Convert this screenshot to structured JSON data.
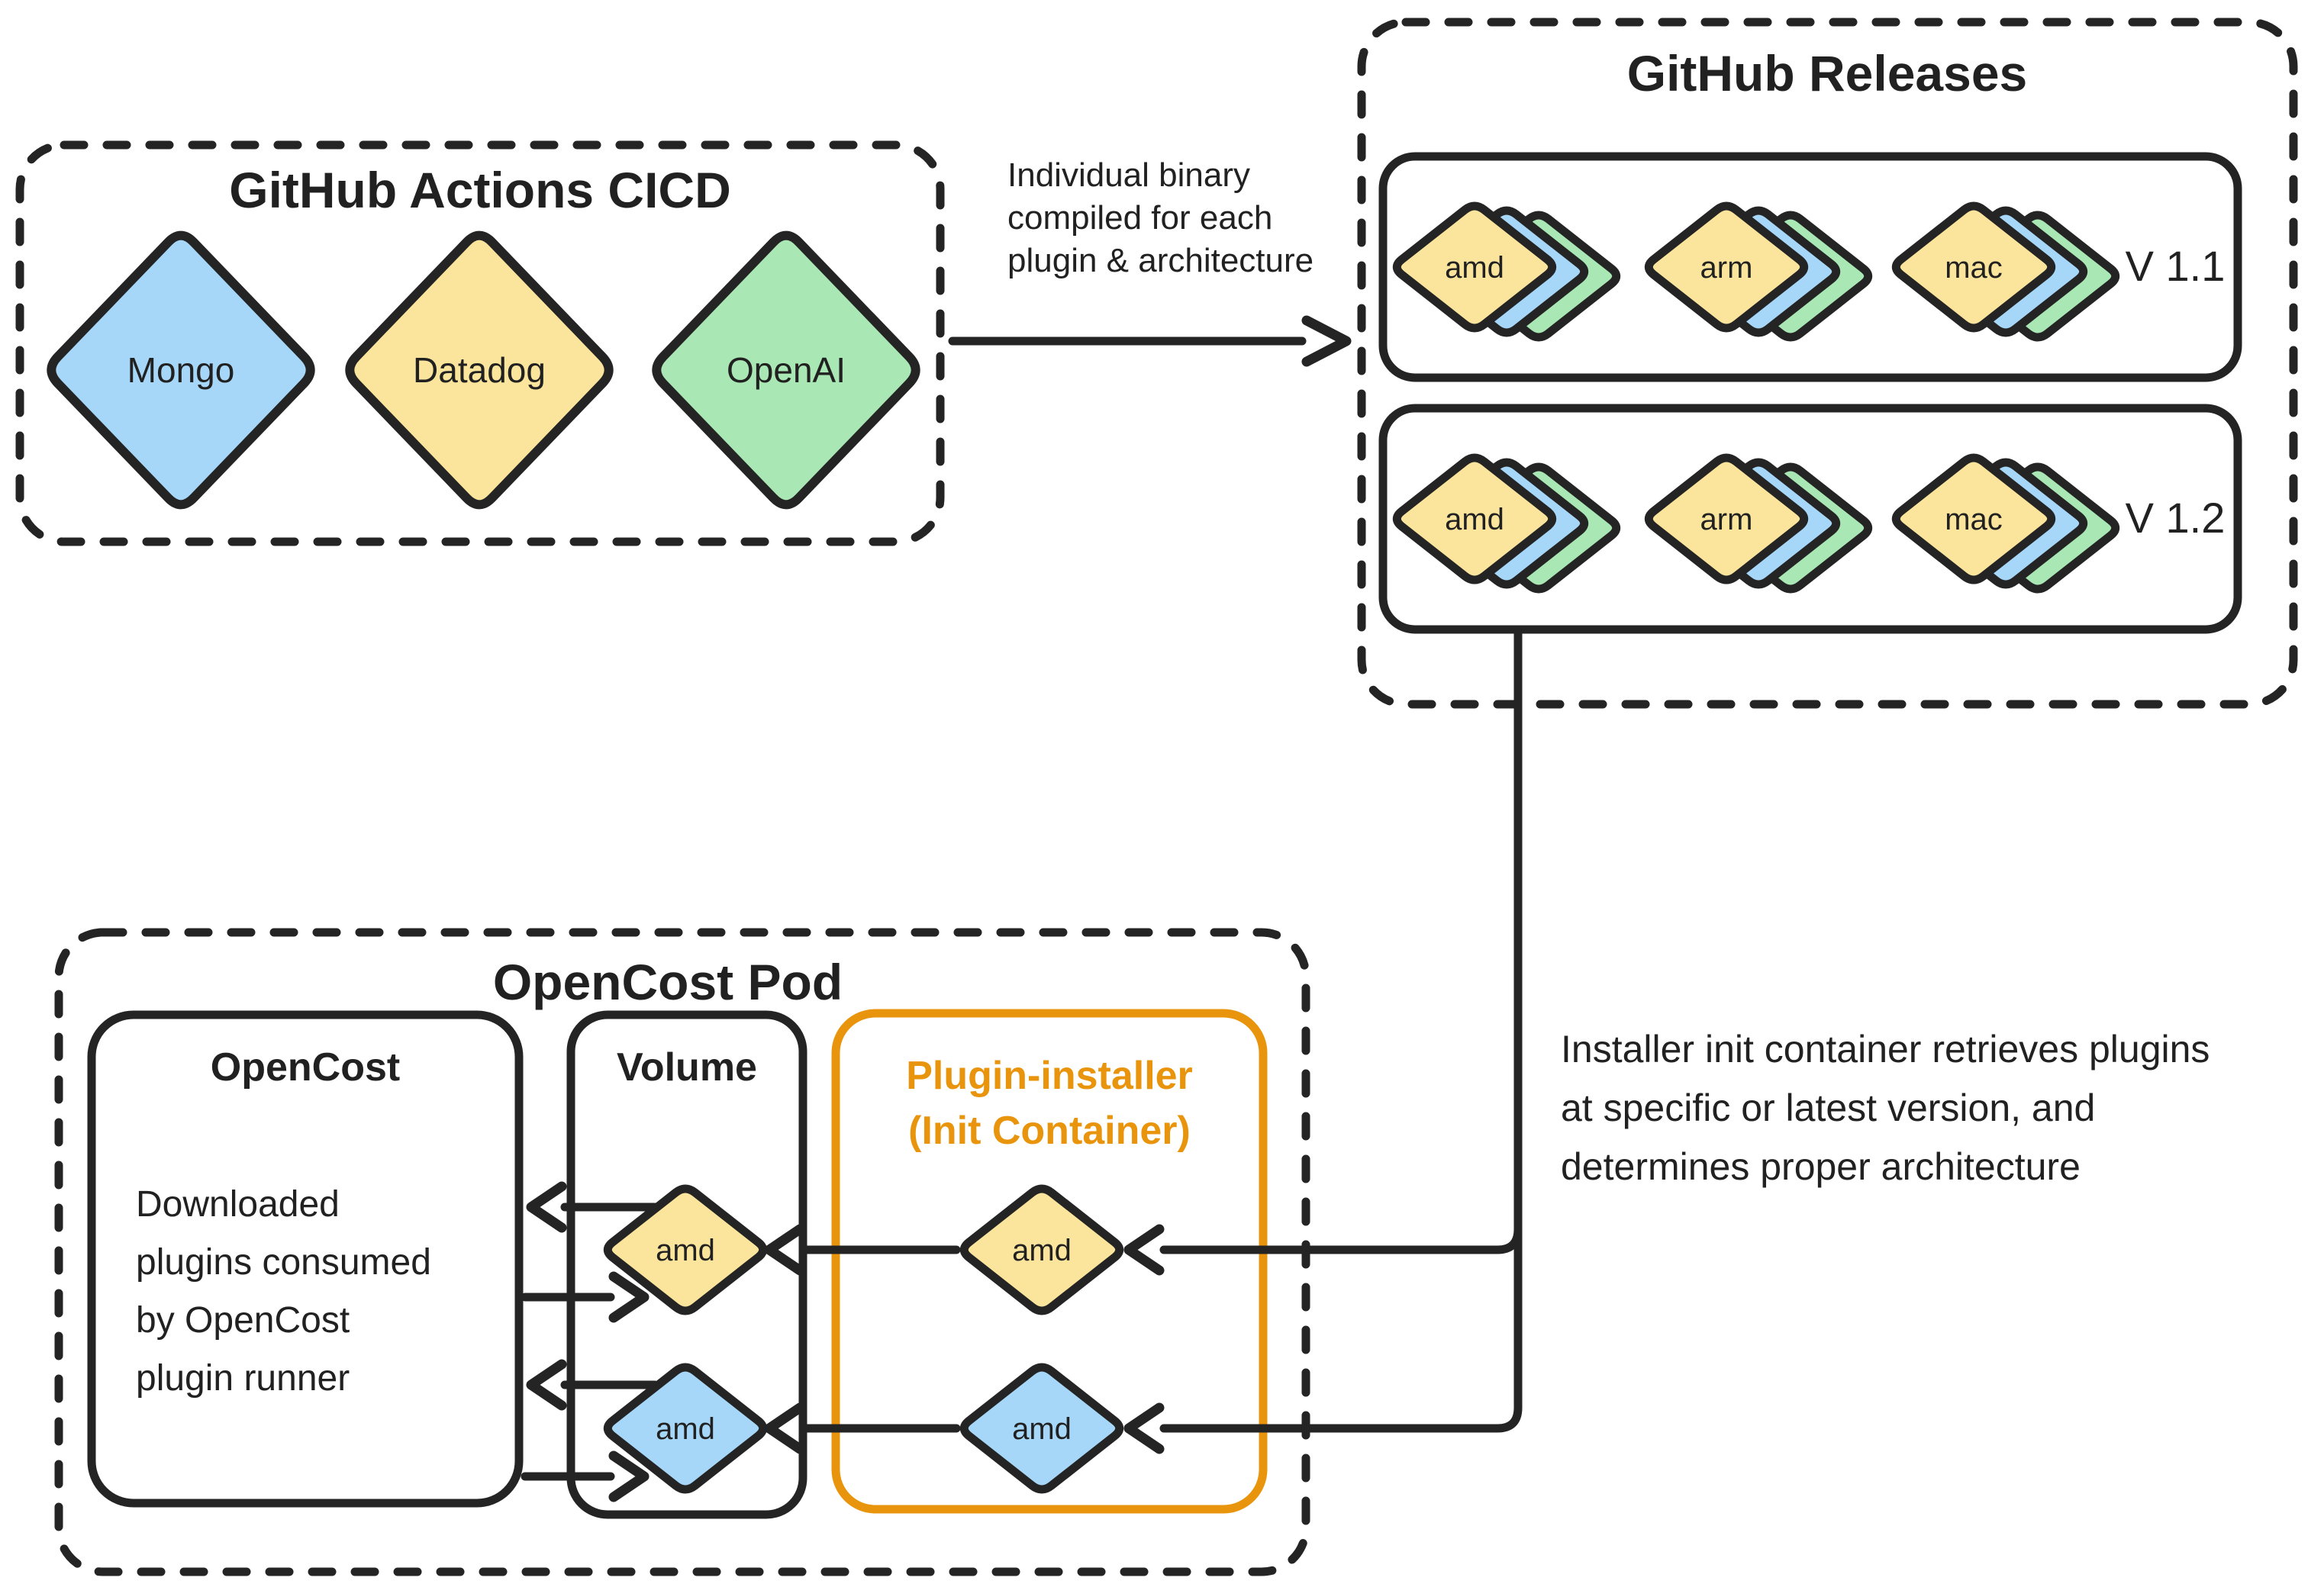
{
  "colors": {
    "yellow": "#FBE49B",
    "blue": "#A6D7F8",
    "green": "#A9E8B4",
    "orange": "#E9940D",
    "ink": "#212121"
  },
  "cicd": {
    "title": "GitHub Actions CICD",
    "plugins": [
      {
        "label": "Mongo"
      },
      {
        "label": "Datadog"
      },
      {
        "label": "OpenAI"
      }
    ]
  },
  "transfer_note": {
    "line1": "Individual binary",
    "line2": "compiled for each",
    "line3": "plugin & architecture"
  },
  "releases": {
    "title": "GitHub Releases",
    "versions": [
      {
        "label": "V 1.1",
        "architectures": [
          "amd",
          "arm",
          "mac"
        ]
      },
      {
        "label": "V 1.2",
        "architectures": [
          "amd",
          "arm",
          "mac"
        ]
      }
    ]
  },
  "installer_note": {
    "line1": "Installer init container retrieves plugins",
    "line2": "at specific or latest version, and",
    "line3": "determines proper architecture"
  },
  "pod": {
    "title": "OpenCost Pod",
    "opencost": {
      "title": "OpenCost",
      "description": {
        "line1": "Downloaded",
        "line2": "plugins consumed",
        "line3": "by OpenCost",
        "line4": "plugin runner"
      }
    },
    "volume": {
      "title": "Volume",
      "plugins": [
        {
          "label": "amd"
        },
        {
          "label": "amd"
        }
      ]
    },
    "installer": {
      "title_line1": "Plugin-installer",
      "title_line2": "(Init Container)",
      "plugins": [
        {
          "label": "amd"
        },
        {
          "label": "amd"
        }
      ]
    }
  }
}
